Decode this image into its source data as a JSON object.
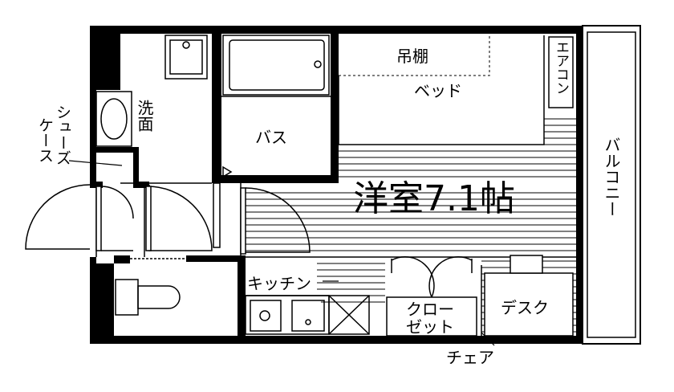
{
  "rooms": {
    "western_room": "洋室7.1帖",
    "loft_shelf": "吊棚",
    "bed": "ベッド",
    "aircon": "エアコン",
    "bath": "バス",
    "washroom": "洗面",
    "shoe_case": "シューズケース",
    "kitchen": "キッチン",
    "closet_line1": "クロー",
    "closet_line2": "ゼット",
    "desk": "デスク",
    "chair": "チェア",
    "balcony": "バルコニー"
  },
  "colors": {
    "wall": "#000000",
    "line": "#000000",
    "background": "#ffffff",
    "dashed": "#888888"
  }
}
